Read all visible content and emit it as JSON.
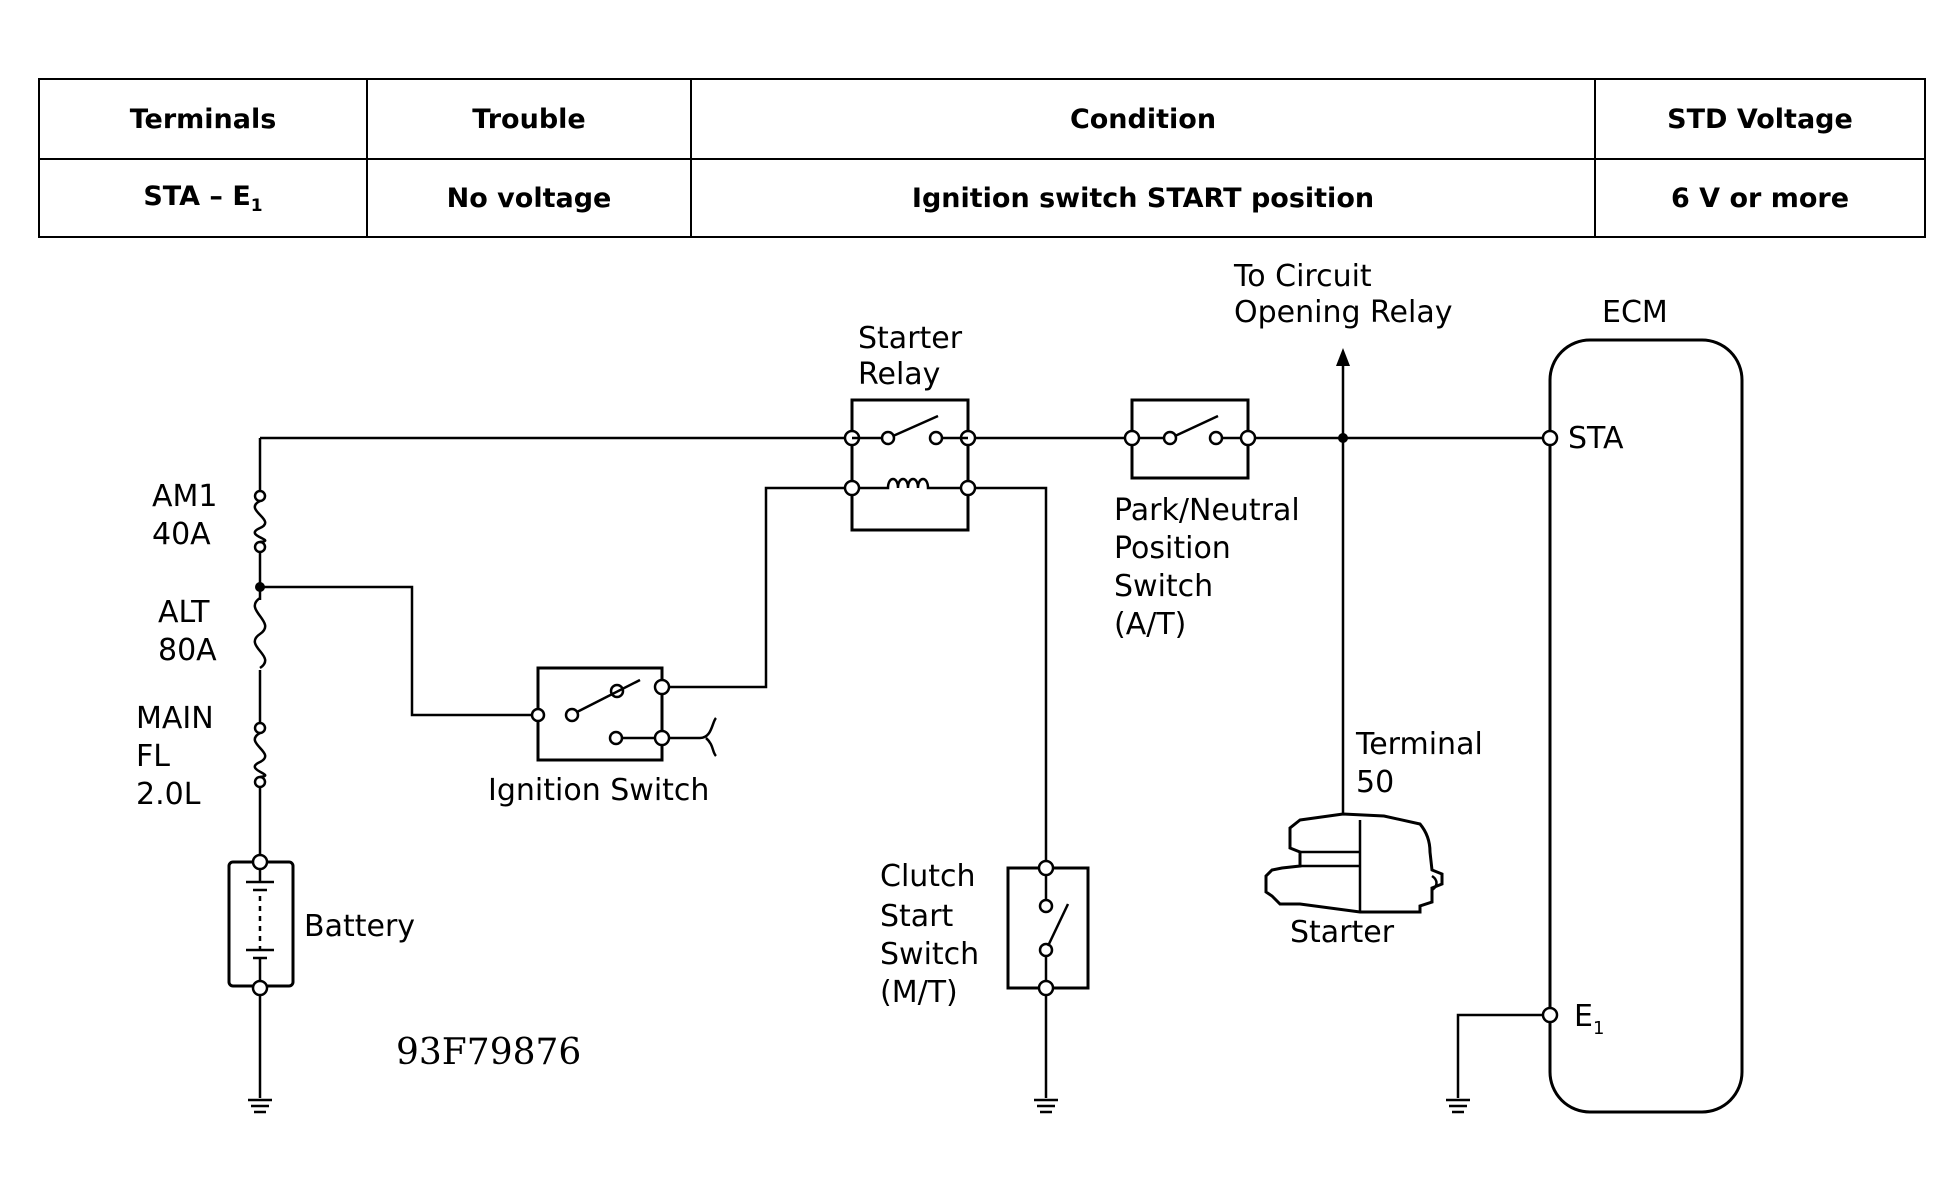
{
  "table": {
    "headers": [
      "Terminals",
      "Trouble",
      "Condition",
      "STD Voltage"
    ],
    "row": {
      "terminals_main": "STA – E",
      "terminals_sub": "1",
      "trouble": "No voltage",
      "condition": "Ignition switch START position",
      "voltage": "6 V or more"
    }
  },
  "diagram": {
    "circuit_opening": [
      "To Circuit",
      "Opening Relay"
    ],
    "ecm": "ECM",
    "sta": "STA",
    "e1_main": "E",
    "e1_sub": "1",
    "starter_relay": [
      "Starter",
      "Relay"
    ],
    "park_neutral": [
      "Park/Neutral",
      "Position",
      "Switch",
      "(A/T)"
    ],
    "am1": [
      "AM1",
      "40A"
    ],
    "alt": [
      "ALT",
      "80A"
    ],
    "main_fl": [
      "MAIN",
      "FL",
      "2.0L"
    ],
    "ignition_switch": "Ignition Switch",
    "terminal_50": [
      "Terminal",
      "50"
    ],
    "clutch": [
      "Clutch",
      "Start",
      "Switch",
      "(M/T)"
    ],
    "starter": "Starter",
    "battery": "Battery",
    "figure_code": "93F79876"
  }
}
